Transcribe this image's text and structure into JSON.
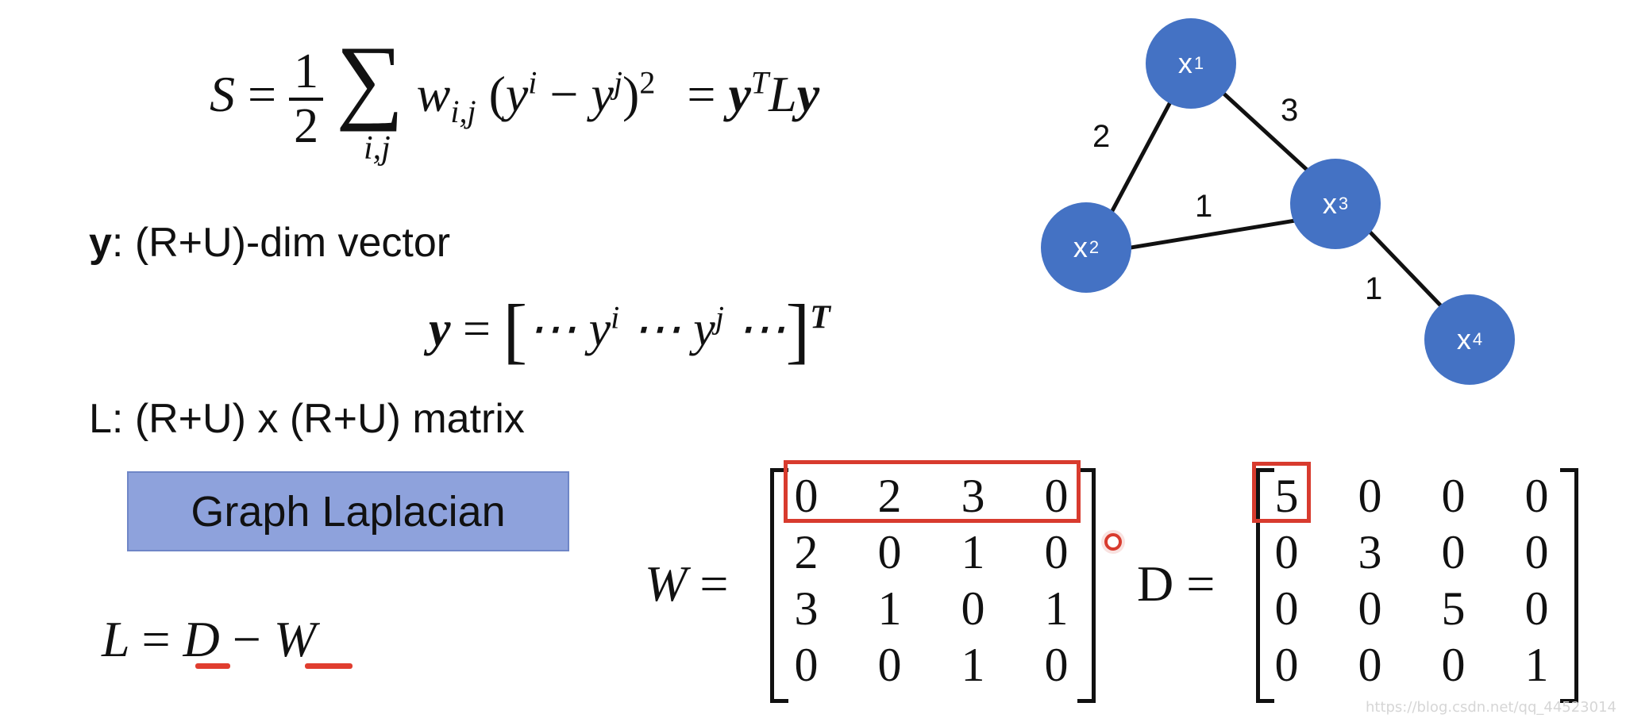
{
  "formula_s": {
    "lhs": "S",
    "eq": "=",
    "frac_num": "1",
    "frac_den": "2",
    "sigma": "∑",
    "sigma_sub": "i,j",
    "w": "w",
    "w_sub": "i,j",
    "open": "(",
    "y1": "y",
    "y1_sup": "i",
    "minus": "−",
    "y2": "y",
    "y2_sup": "j",
    "close": ")",
    "square": "2",
    "eq2": "=",
    "rhs_y": "y",
    "rhs_t": "T",
    "rhs_l": "L",
    "rhs_y2": "y"
  },
  "y_label_bold": "y",
  "y_label_rest": ": (R+U)-dim vector",
  "y_vector": {
    "lhs": "y",
    "eq": "=",
    "open": "[",
    "content_1": "⋯ y",
    "sup_i": "i",
    "content_2": " ⋯ y",
    "sup_j": "j",
    "content_3": " ⋯",
    "close": "]",
    "transpose": "T"
  },
  "l_label": "L: (R+U) x (R+U) matrix",
  "button_label": "Graph Laplacian",
  "l_formula": {
    "lhs": "L",
    "eq": "=",
    "d": "D",
    "minus": "−",
    "w": "W"
  },
  "w_label": {
    "name": "W",
    "eq": "="
  },
  "w_matrix": [
    [
      "0",
      "2",
      "3",
      "0"
    ],
    [
      "2",
      "0",
      "1",
      "0"
    ],
    [
      "3",
      "1",
      "0",
      "1"
    ],
    [
      "0",
      "0",
      "1",
      "0"
    ]
  ],
  "d_label": {
    "name": "D",
    "eq": "="
  },
  "d_matrix": [
    [
      "5",
      "0",
      "0",
      "0"
    ],
    [
      "0",
      "3",
      "0",
      "0"
    ],
    [
      "0",
      "0",
      "5",
      "0"
    ],
    [
      "0",
      "0",
      "0",
      "1"
    ]
  ],
  "graph": {
    "nodes": [
      {
        "base": "x",
        "sup": "1"
      },
      {
        "base": "x",
        "sup": "2"
      },
      {
        "base": "x",
        "sup": "3"
      },
      {
        "base": "x",
        "sup": "4"
      }
    ],
    "edge_labels": [
      "2",
      "3",
      "1",
      "1"
    ]
  },
  "watermark": "https://blog.csdn.net/qq_44523014",
  "colors": {
    "node": "#4472c4",
    "highlight": "#d83b2e",
    "button": "#8ea2dc"
  }
}
